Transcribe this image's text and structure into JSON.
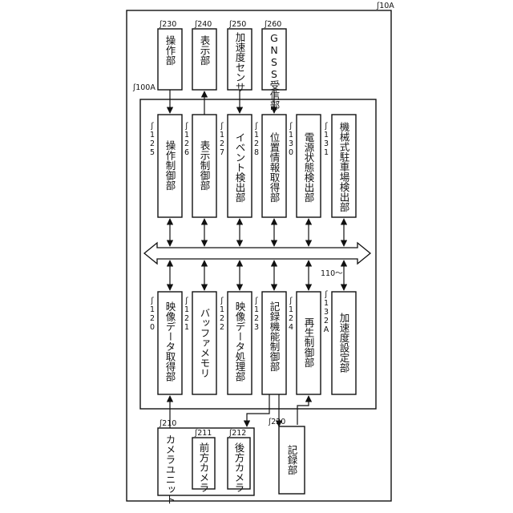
{
  "diagram": {
    "outer_ref": "10A",
    "control_ref": "100A",
    "bus_ref": "110",
    "top_external": [
      {
        "ref": "230",
        "label": "操作部"
      },
      {
        "ref": "240",
        "label": "表示部"
      },
      {
        "ref": "250",
        "label": "加速度センサ"
      },
      {
        "ref": "260",
        "label": "GNSS受信部"
      }
    ],
    "upper_blocks": [
      {
        "ref": "125",
        "label": "操作制御部"
      },
      {
        "ref": "126",
        "label": "表示制御部"
      },
      {
        "ref": "127",
        "label": "イベント検出部"
      },
      {
        "ref": "128",
        "label": "位置情報取得部"
      },
      {
        "ref": "130",
        "label": "電源状態検出部"
      },
      {
        "ref": "131",
        "label": "機械式駐車場検出部"
      }
    ],
    "lower_blocks": [
      {
        "ref": "120",
        "label": "映像データ取得部"
      },
      {
        "ref": "121",
        "label": "バッファメモリ"
      },
      {
        "ref": "122",
        "label": "映像データ処理部"
      },
      {
        "ref": "123",
        "label": "記録機能制御部"
      },
      {
        "ref": "124",
        "label": "再生制御部"
      },
      {
        "ref": "132A",
        "label": "加速度設定部"
      }
    ],
    "camera_unit": {
      "ref": "210",
      "label": "カメラユニット",
      "cameras": [
        {
          "ref": "211",
          "label": "前方カメラ"
        },
        {
          "ref": "212",
          "label": "後方カメラ"
        }
      ]
    },
    "recorder": {
      "ref": "220",
      "label": "記録部"
    }
  }
}
